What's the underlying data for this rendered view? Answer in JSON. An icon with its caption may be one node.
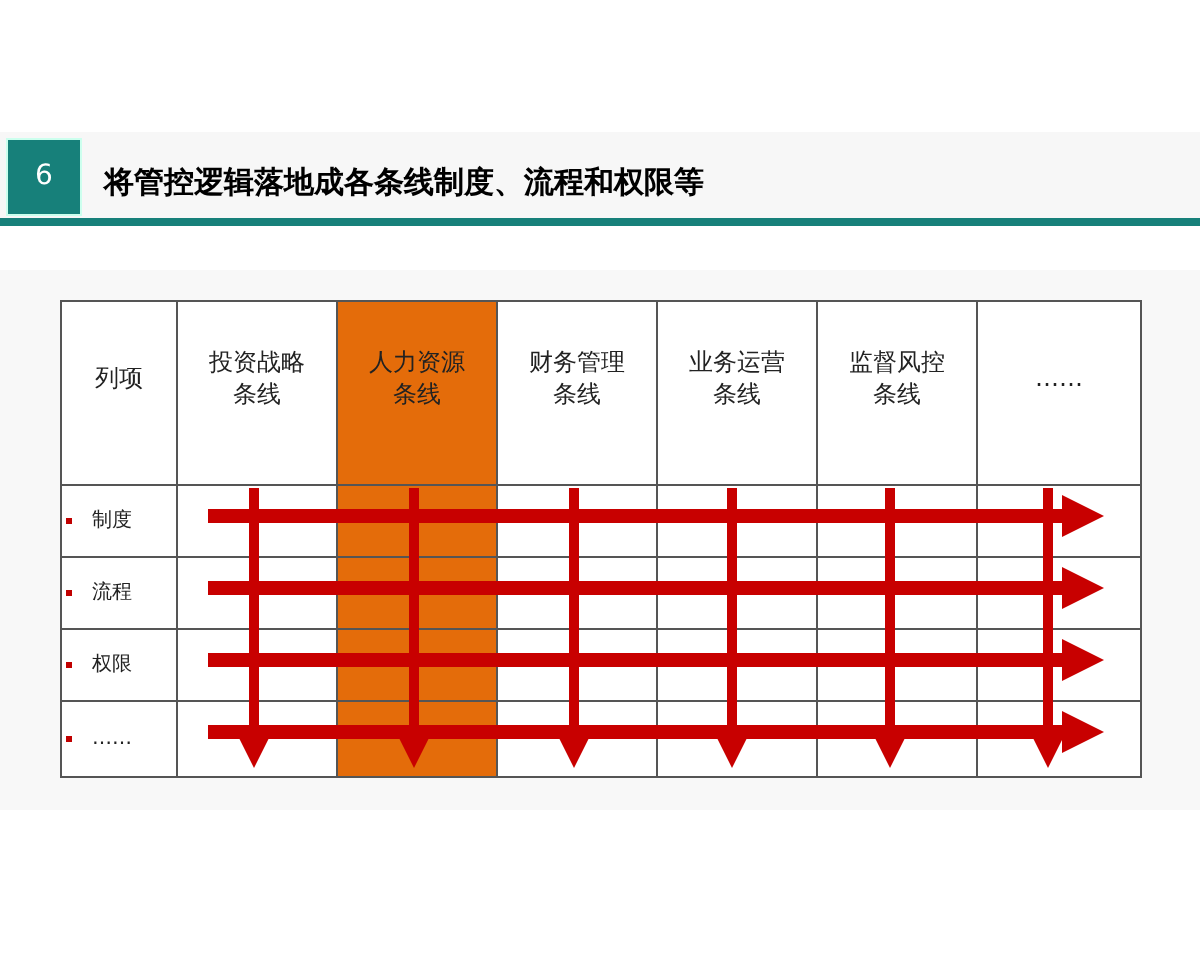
{
  "diagram": {
    "title": "将管控逻辑落地成各条线制度、流程和权限等",
    "labels": [
      "6",
      "列项",
      "投资战略条线",
      "人力资源条线",
      "财务管理条线",
      "业务运营条线",
      "监督风控条线",
      "……",
      "制度",
      "流程",
      "权限",
      "……"
    ]
  }
}
